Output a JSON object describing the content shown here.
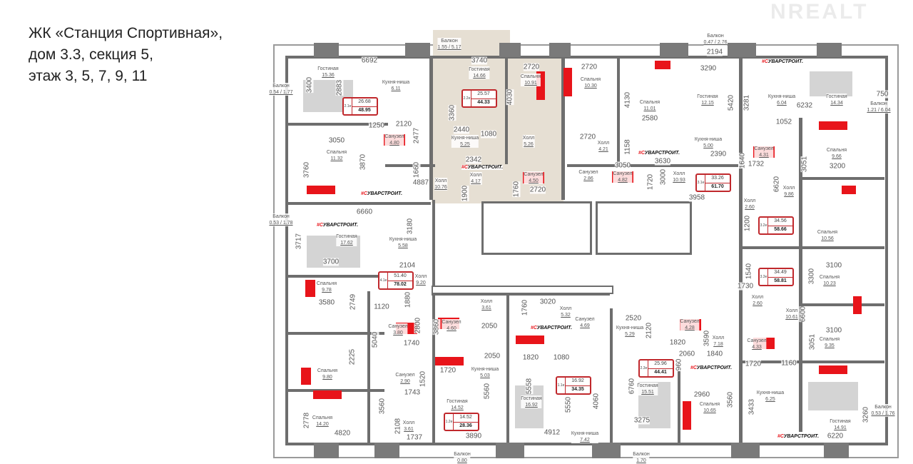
{
  "title": {
    "line1": "ЖК «Станция Спортивная»,",
    "line2": "дом 3.3, секция 5,",
    "line3": "этаж 3, 5, 7, 9, 11"
  },
  "watermark": "NREALT",
  "brand_tag": "#СУВАРСТРОИТ.",
  "colors": {
    "accent": "#e8141a",
    "badge_border": "#c0282c",
    "wall": "#6e6e6e",
    "highlight_apartment": "#e6dfd3"
  },
  "apartments": [
    {
      "type": "2.1е",
      "living": "26.68",
      "total": "48.95"
    },
    {
      "type": "2.2е",
      "living": "25.57",
      "total": "44.33"
    },
    {
      "type": "3.1е",
      "living": "33.26",
      "total": "61.70"
    },
    {
      "type": "3.2е",
      "living": "34.56",
      "total": "58.66"
    },
    {
      "type": "3.3е",
      "living": "34.49",
      "total": "58.81"
    },
    {
      "type": "4.1е",
      "living": "51.40",
      "total": "78.02"
    },
    {
      "type": "1.1е",
      "living": "16.92",
      "total": "34.35"
    },
    {
      "type": "1.2е",
      "living": "14.52",
      "total": "28.36"
    },
    {
      "type": "2.3е",
      "living": "25.96",
      "total": "44.41"
    }
  ],
  "rooms": [
    {
      "name": "Гостиная",
      "area": "15.36"
    },
    {
      "name": "Кухня-ниша",
      "area": "6.11"
    },
    {
      "name": "Балкон",
      "area": "0.54 / 1.77"
    },
    {
      "name": "Спальня",
      "area": "11.32"
    },
    {
      "name": "Санузел",
      "area": "4.80"
    },
    {
      "name": "Холл",
      "area": "10.76"
    },
    {
      "name": "Балкон",
      "area": "1.55 / 5.17"
    },
    {
      "name": "Гостиная",
      "area": "14.66"
    },
    {
      "name": "Кухня-ниша",
      "area": "5.25"
    },
    {
      "name": "Холл",
      "area": "4.17"
    },
    {
      "name": "Спальня",
      "area": "10.91"
    },
    {
      "name": "Холл",
      "area": "5.26"
    },
    {
      "name": "Санузел",
      "area": "4.50"
    },
    {
      "name": "Спальня",
      "area": "10.30"
    },
    {
      "name": "Холл",
      "area": "4.21"
    },
    {
      "name": "Санузел",
      "area": "2.86"
    },
    {
      "name": "Спальня",
      "area": "11.01"
    },
    {
      "name": "Гостиная",
      "area": "12.15"
    },
    {
      "name": "Кухня-ниша",
      "area": "5.00"
    },
    {
      "name": "Санузел",
      "area": "4.82"
    },
    {
      "name": "Холл",
      "area": "10.93"
    },
    {
      "name": "Балкон",
      "area": "0.47 / 2.76"
    },
    {
      "name": "Кухня-ниша",
      "area": "6.04"
    },
    {
      "name": "Гостиная",
      "area": "14.34"
    },
    {
      "name": "Балкон",
      "area": "1.21 / 6.04"
    },
    {
      "name": "Санузел",
      "area": "4.31"
    },
    {
      "name": "Спальня",
      "area": "9.66"
    },
    {
      "name": "Холл",
      "area": "9.86"
    },
    {
      "name": "Холл",
      "area": "2.60"
    },
    {
      "name": "Спальня",
      "area": "10.56"
    },
    {
      "name": "Балкон",
      "area": "0.53 / 1.78"
    },
    {
      "name": "Гостиная",
      "area": "17.62"
    },
    {
      "name": "Кухня-ниша",
      "area": "5.58"
    },
    {
      "name": "Холл",
      "area": "9.20"
    },
    {
      "name": "Спальня",
      "area": "9.78"
    },
    {
      "name": "Спальня",
      "area": "9.80"
    },
    {
      "name": "Спальня",
      "area": "14.20"
    },
    {
      "name": "Санузел",
      "area": "3.80"
    },
    {
      "name": "Санузел",
      "area": "2.90"
    },
    {
      "name": "Холл",
      "area": "3.61"
    },
    {
      "name": "Холл",
      "area": "3.61"
    },
    {
      "name": "Санузел",
      "area": "4.60"
    },
    {
      "name": "Кухня-ниша",
      "area": "5.03"
    },
    {
      "name": "Гостиная",
      "area": "14.52"
    },
    {
      "name": "Холл",
      "area": "5.32"
    },
    {
      "name": "Санузел",
      "area": "4.69"
    },
    {
      "name": "Гостиная",
      "area": "16.92"
    },
    {
      "name": "Кухня-ниша",
      "area": "7.42"
    },
    {
      "name": "Кухня-ниша",
      "area": "5.29"
    },
    {
      "name": "Санузел",
      "area": "4.28"
    },
    {
      "name": "Холл",
      "area": "7.18"
    },
    {
      "name": "Гостиная",
      "area": "15.51"
    },
    {
      "name": "Спальня",
      "area": "10.65"
    },
    {
      "name": "Балкон",
      "area": "1.70"
    },
    {
      "name": "Балкон",
      "area": "0.80"
    },
    {
      "name": "Холл",
      "area": "2.60"
    },
    {
      "name": "Санузел",
      "area": "4.33"
    },
    {
      "name": "Холл",
      "area": "10.61"
    },
    {
      "name": "Спальня",
      "area": "10.23"
    },
    {
      "name": "Спальня",
      "area": "9.35"
    },
    {
      "name": "Кухня-ниша",
      "area": "6.25"
    },
    {
      "name": "Гостиная",
      "area": "14.91"
    },
    {
      "name": "Балкон",
      "area": "0.53 / 1.76"
    }
  ],
  "dimensions": [
    "6692",
    "3400",
    "2883",
    "1250",
    "2120",
    "2477",
    "3050",
    "3760",
    "3870",
    "4887",
    "1660",
    "3740",
    "3360",
    "2440",
    "1080",
    "2342",
    "1900",
    "2720",
    "4030",
    "2720",
    "1760",
    "2720",
    "2720",
    "4130",
    "2580",
    "1158",
    "3630",
    "3050",
    "3000",
    "1720",
    "3958",
    "3290",
    "5420",
    "2390",
    "2194",
    "3281",
    "6232",
    "1052",
    "1732",
    "3051",
    "3200",
    "6620",
    "750",
    "6660",
    "3180",
    "3717",
    "3700",
    "2104",
    "1880",
    "1120",
    "5040",
    "3580",
    "2749",
    "2225",
    "1740",
    "2800",
    "1743",
    "1520",
    "2778",
    "3560",
    "2108",
    "1737",
    "4820",
    "1720",
    "3860",
    "2050",
    "2050",
    "5560",
    "3890",
    "3020",
    "1760",
    "1820",
    "1080",
    "5558",
    "5550",
    "4912",
    "4060",
    "2520",
    "2120",
    "1820",
    "3590",
    "2060",
    "1840",
    "960",
    "6760",
    "3275",
    "2960",
    "3560",
    "1540",
    "1200",
    "1730",
    "3100",
    "3300",
    "6600",
    "3100",
    "3051",
    "1720",
    "1160",
    "3433",
    "6220",
    "3260",
    "1640"
  ]
}
